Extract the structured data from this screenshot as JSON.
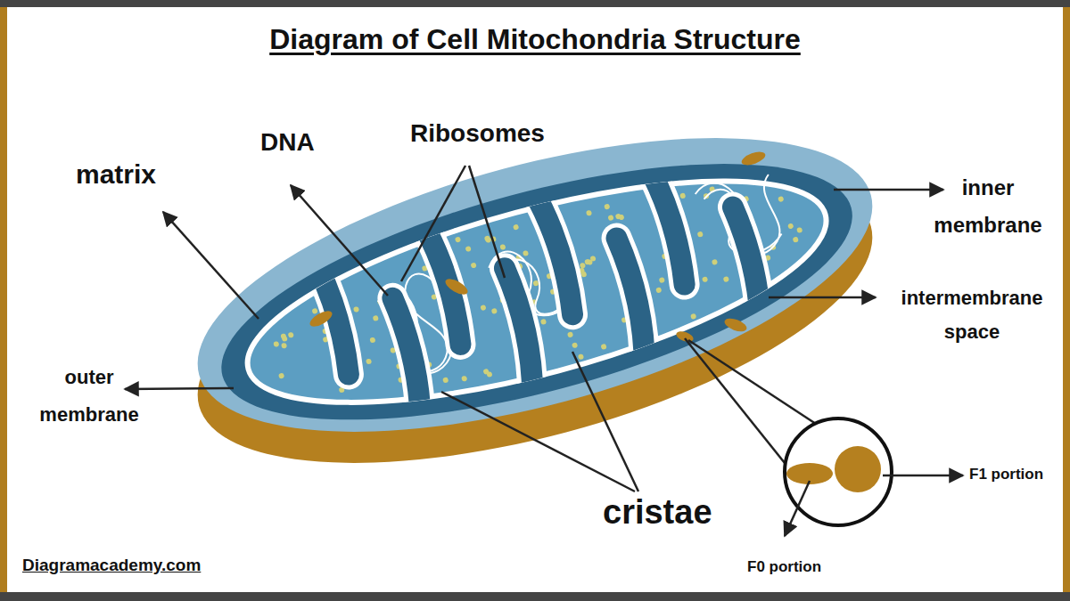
{
  "diagram": {
    "title": "Diagram of Cell Mitochondria Structure",
    "labels": [
      "matrix",
      "DNA",
      "Ribosomes",
      "outer membrane",
      "inner membrane",
      "intermembrane space",
      "cristae",
      "F1 portion",
      "F0 portion",
      "Diagramacademy.com"
    ]
  }
}
